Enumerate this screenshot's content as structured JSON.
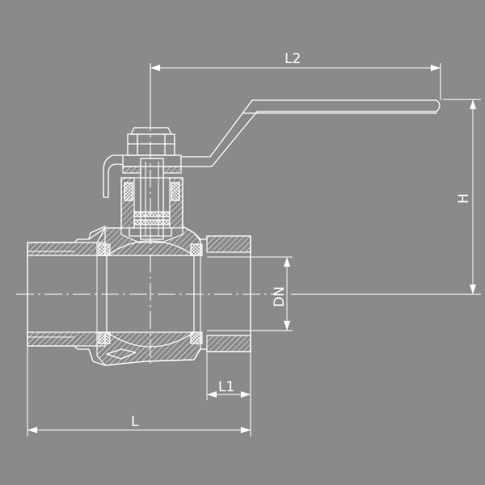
{
  "labels": {
    "l2": "L2",
    "h": "H",
    "dn": "DN",
    "l1": "L1",
    "l": "L"
  },
  "colors": {
    "background": "#8a8a89",
    "line": "#ffffff"
  }
}
